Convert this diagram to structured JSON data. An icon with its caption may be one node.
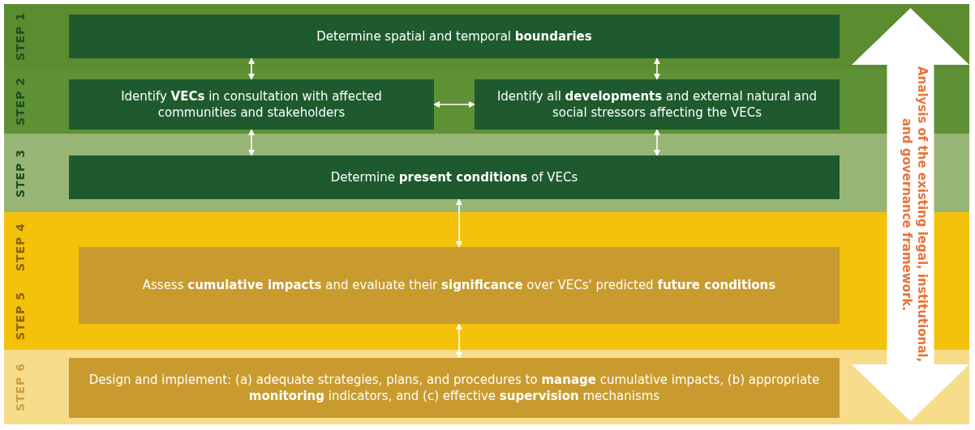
{
  "diagram": {
    "nodes": [
      {
        "text": [
          "STEP 1"
        ]
      },
      {
        "text": [
          "Determine spatial and temporal **boundaries**"
        ],
        "in": 0
      },
      {
        "text": [
          "STEP 2"
        ]
      },
      {
        "text": [
          "Identify **VECs** in consultation with affected communities and stakeholders"
        ],
        "in": 2
      },
      {
        "text": [
          "Identify all **developments** and external natural and social stressors affecting the VECs"
        ],
        "in": 2
      },
      {
        "text": [
          "STEP 3"
        ]
      },
      {
        "text": [
          "Determine **present conditions** of VECs"
        ],
        "in": 5
      },
      {
        "text": [
          "STEP 4",
          "STEP 5"
        ]
      },
      {
        "text": [
          "Assess **cumulative impacts** and evaluate their **significance** over VECs' predicted **future conditions**"
        ],
        "in": 7
      },
      {
        "text": [
          "STEP 6"
        ]
      },
      {
        "text": [
          "Design and implement: (a) adequate strategies, plans, and procedures to **manage** cumulative impacts, (b) appropriate **monitoring** indicators, and (c) effective **supervision** mechanisms"
        ],
        "in": 9
      },
      {
        "text": [
          "Analysis of the existing legal, institutional, and governance framework."
        ]
      }
    ],
    "edges": [
      {
        "from": 1,
        "to": 3,
        "arrow": "both"
      },
      {
        "from": 1,
        "to": 4,
        "arrow": "both"
      },
      {
        "from": 3,
        "to": 4,
        "arrow": "both"
      },
      {
        "from": 3,
        "to": 6,
        "arrow": "both"
      },
      {
        "from": 4,
        "to": 6,
        "arrow": "both"
      },
      {
        "from": 6,
        "to": 8,
        "arrow": "both"
      },
      {
        "from": 8,
        "to": 10,
        "arrow": "both"
      }
    ]
  }
}
